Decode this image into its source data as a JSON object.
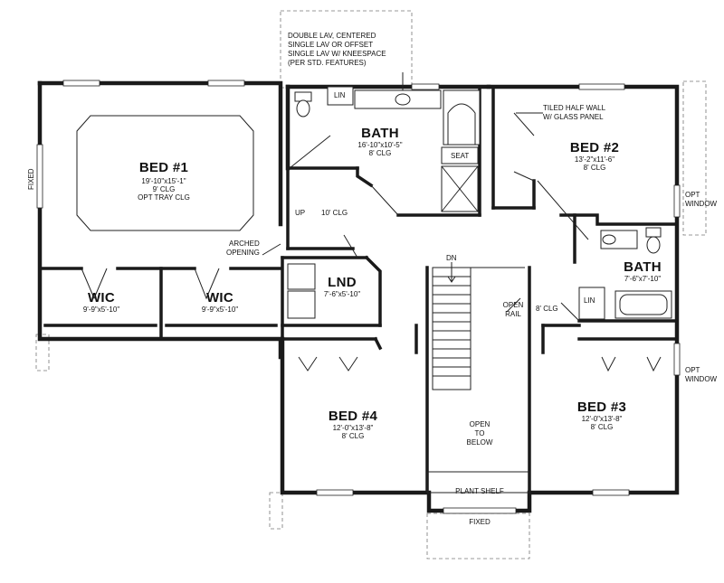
{
  "rooms": {
    "bed1": {
      "name": "BED #1",
      "dims": "19'-10\"x15'-1\"",
      "ceiling": "9' CLG",
      "note": "OPT TRAY CLG"
    },
    "bath_main": {
      "name": "BATH",
      "dims": "16'-10\"x10'-5\"",
      "ceiling": "8' CLG"
    },
    "bed2": {
      "name": "BED #2",
      "dims": "13'-2\"x11'-6\"",
      "ceiling": "8' CLG"
    },
    "bath2": {
      "name": "BATH",
      "dims": "7'-6\"x7'-10\""
    },
    "wic1": {
      "name": "WIC",
      "dims": "9'-9\"x5'-10\""
    },
    "wic2": {
      "name": "WIC",
      "dims": "9'-9\"x5'-10\""
    },
    "lnd": {
      "name": "LND",
      "dims": "7'-6\"x5'-10\""
    },
    "bed4": {
      "name": "BED #4",
      "dims": "12'-0\"x13'-8\"",
      "ceiling": "8' CLG"
    },
    "bed3": {
      "name": "BED #3",
      "dims": "12'-0\"x13'-8\"",
      "ceiling": "8' CLG"
    }
  },
  "labels": {
    "lav_note": [
      "DOUBLE LAV, CENTERED",
      "SINGLE LAV OR OFFSET",
      "SINGLE LAV W/ KNEESPACE",
      "(PER STD. FEATURES)"
    ],
    "lin_top": "LIN",
    "lin_right": "LIN",
    "seat": "SEAT",
    "tiled_wall": [
      "TILED HALF WALL",
      "W/ GLASS PANEL"
    ],
    "fixed_left": "FIXED",
    "fixed_bottom": "FIXED",
    "up": "UP",
    "hall_clg": "10' CLG",
    "arched": [
      "ARCHED",
      "OPENING"
    ],
    "dn": "DN",
    "open_rail": [
      "OPEN",
      "RAIL"
    ],
    "stair_clg": "8' CLG",
    "open_below": [
      "OPEN",
      "TO",
      "BELOW"
    ],
    "plant_shelf": "PLANT SHELF",
    "opt_window_1": [
      "OPT",
      "WINDOW"
    ],
    "opt_window_2": [
      "OPT",
      "WINDOW"
    ]
  }
}
